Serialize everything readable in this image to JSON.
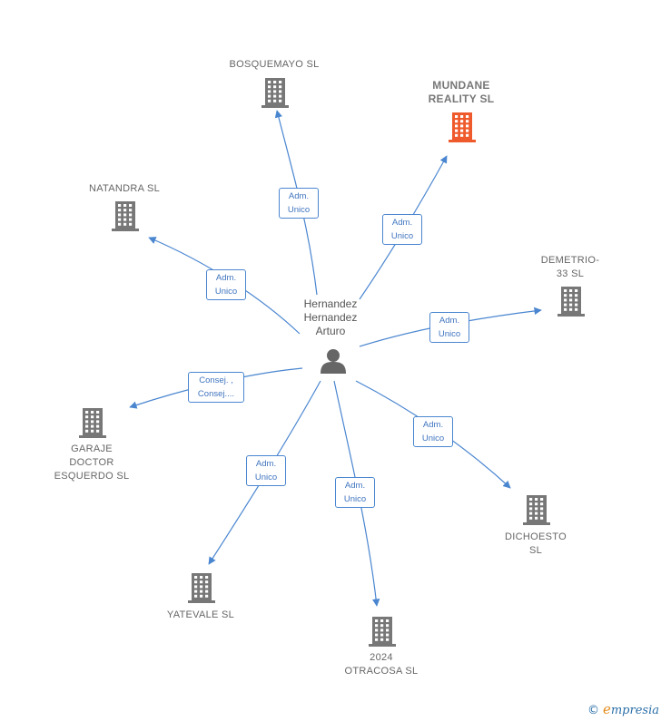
{
  "center": {
    "label": "Hernandez\nHernandez\nArturo"
  },
  "colors": {
    "edge": "#4a86d0",
    "building": "#777777",
    "building_highlight": "#ef5a2c",
    "person": "#666666"
  },
  "companies": [
    {
      "id": "bosquemayo",
      "label": "BOSQUEMAYO SL",
      "role": "Adm.\nUnico",
      "highlight": false
    },
    {
      "id": "mundane",
      "label": "MUNDANE\nREALITY  SL",
      "role": "Adm.\nUnico",
      "highlight": true
    },
    {
      "id": "natandra",
      "label": "NATANDRA  SL",
      "role": "Adm.\nUnico",
      "highlight": false
    },
    {
      "id": "demetrio",
      "label": "DEMETRIO-\n33  SL",
      "role": "Adm.\nUnico",
      "highlight": false
    },
    {
      "id": "garaje",
      "label": "GARAJE\nDOCTOR\nESQUERDO  SL",
      "role": "Consej. ,\nConsej....",
      "highlight": false
    },
    {
      "id": "dichoesto",
      "label": "DICHOESTO\nSL",
      "role": "Adm.\nUnico",
      "highlight": false
    },
    {
      "id": "yatevale",
      "label": "YATEVALE  SL",
      "role": "Adm.\nUnico",
      "highlight": false
    },
    {
      "id": "otracosa",
      "label": "2024\nOTRACOSA  SL",
      "role": "Adm.\nUnico",
      "highlight": false
    }
  ],
  "brand": {
    "copyright": "©",
    "first_letter": "e",
    "rest": "mpresia"
  }
}
